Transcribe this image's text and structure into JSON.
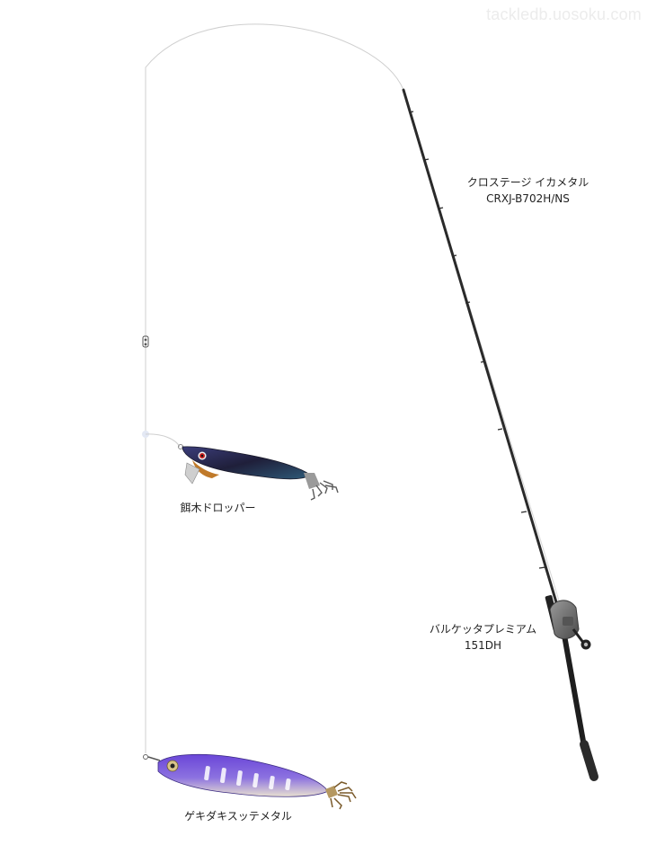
{
  "watermark": "tackledb.uosoku.com",
  "rod": {
    "name_line1": "クロステージ イカメタル",
    "name_line2": "CRXJ-B702H/NS"
  },
  "reel": {
    "name_line1": "バルケッタプレミアム",
    "name_line2": "151DH"
  },
  "dropper": {
    "name": "餌木ドロッパー"
  },
  "metal_sutte": {
    "name": "ゲキダキスッテメタル"
  },
  "colors": {
    "line": "#cfcfcf",
    "rod_blank": "#1e1e1e",
    "reel_body": "#6e6e6e",
    "egi_body": "#2b2950",
    "metal_body": "#7a5fd6"
  }
}
